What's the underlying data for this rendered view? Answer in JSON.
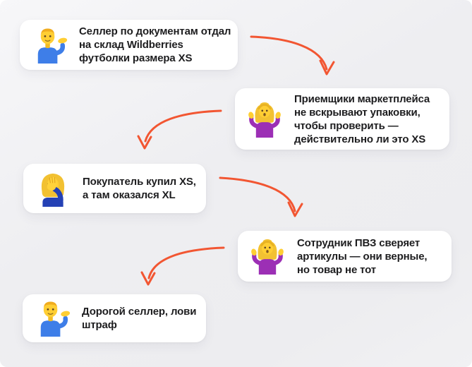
{
  "canvas": {
    "bg_color": "#EFEFF1",
    "card_bg": "#FFFFFF",
    "text_color": "#1D1D1F",
    "arrow_color": "#F25632"
  },
  "cards": [
    {
      "emoji": "man-tipping-hand",
      "text": "Селлер по документам отдал\nна склад Wildberries\nфутболки размера XS"
    },
    {
      "emoji": "woman-shrugging",
      "text": "Приемщики маркетплейса\nне вскрывают упаковки,\nчтобы проверить —\nдействительно ли это XS"
    },
    {
      "emoji": "woman-facepalming",
      "text": "Покупатель купил XS,\nа там оказался XL"
    },
    {
      "emoji": "woman-shrugging",
      "text": "Сотрудник ПВЗ сверяет\nартикулы — они верные,\nно товар не тот"
    },
    {
      "emoji": "man-tipping-hand",
      "text": "Дорогой селлер, лови\nштраф"
    }
  ]
}
